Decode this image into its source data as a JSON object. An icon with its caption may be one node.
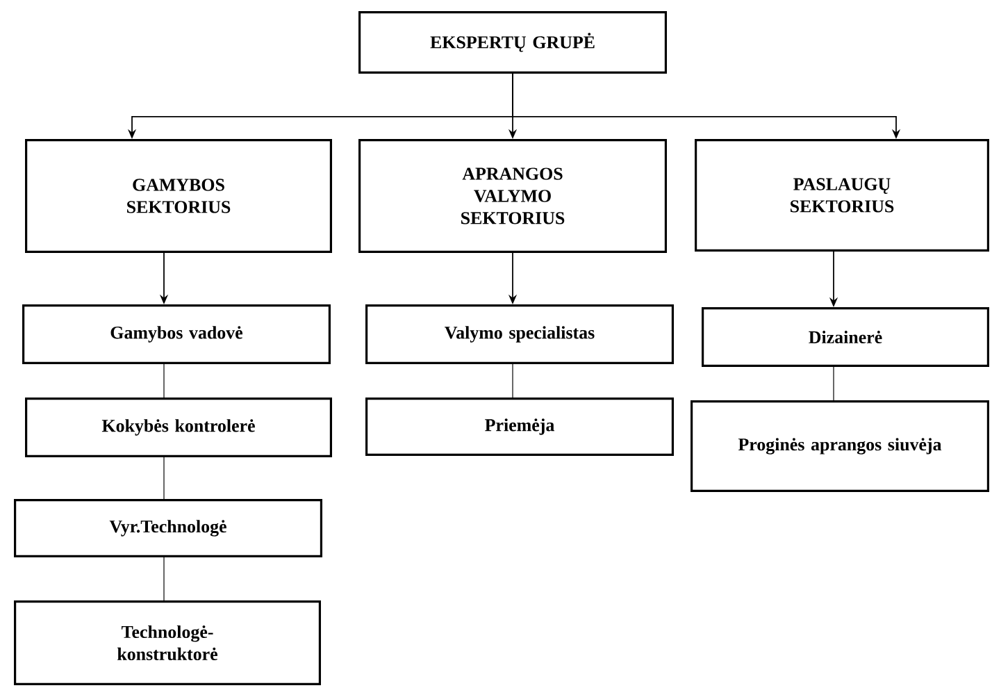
{
  "diagram": {
    "nodes": [
      {
        "text": [
          "EKSPERTŲ GRUPĖ"
        ]
      },
      {
        "text": [
          "GAMYBOS SEKTORIUS"
        ]
      },
      {
        "text": [
          "APRANGOS VALYMO SEKTORIUS"
        ]
      },
      {
        "text": [
          "PASLAUGŲ SEKTORIUS"
        ]
      },
      {
        "text": [
          "Gamybos vadovė"
        ]
      },
      {
        "text": [
          "Kokybės kontrolerė"
        ]
      },
      {
        "text": [
          "Vyr.Technologė"
        ]
      },
      {
        "text": [
          "Technologė- konstruktorė"
        ]
      },
      {
        "text": [
          "Valymo specialistas"
        ]
      },
      {
        "text": [
          "Priemėja"
        ]
      },
      {
        "text": [
          "Dizainerė"
        ]
      },
      {
        "text": [
          "Proginės aprangos siuvėja"
        ]
      }
    ],
    "edges": [
      {
        "from": 0,
        "to": 1,
        "arrow": "to"
      },
      {
        "from": 0,
        "to": 2,
        "arrow": "to"
      },
      {
        "from": 0,
        "to": 3,
        "arrow": "to"
      },
      {
        "from": 1,
        "to": 4,
        "arrow": "to"
      },
      {
        "from": 2,
        "to": 8,
        "arrow": "to"
      },
      {
        "from": 3,
        "to": 10,
        "arrow": "to"
      },
      {
        "from": 4,
        "to": 5,
        "arrow": "none"
      },
      {
        "from": 5,
        "to": 6,
        "arrow": "none"
      },
      {
        "from": 6,
        "to": 7,
        "arrow": "none"
      },
      {
        "from": 8,
        "to": 9,
        "arrow": "none"
      },
      {
        "from": 10,
        "to": 11,
        "arrow": "none"
      }
    ]
  }
}
